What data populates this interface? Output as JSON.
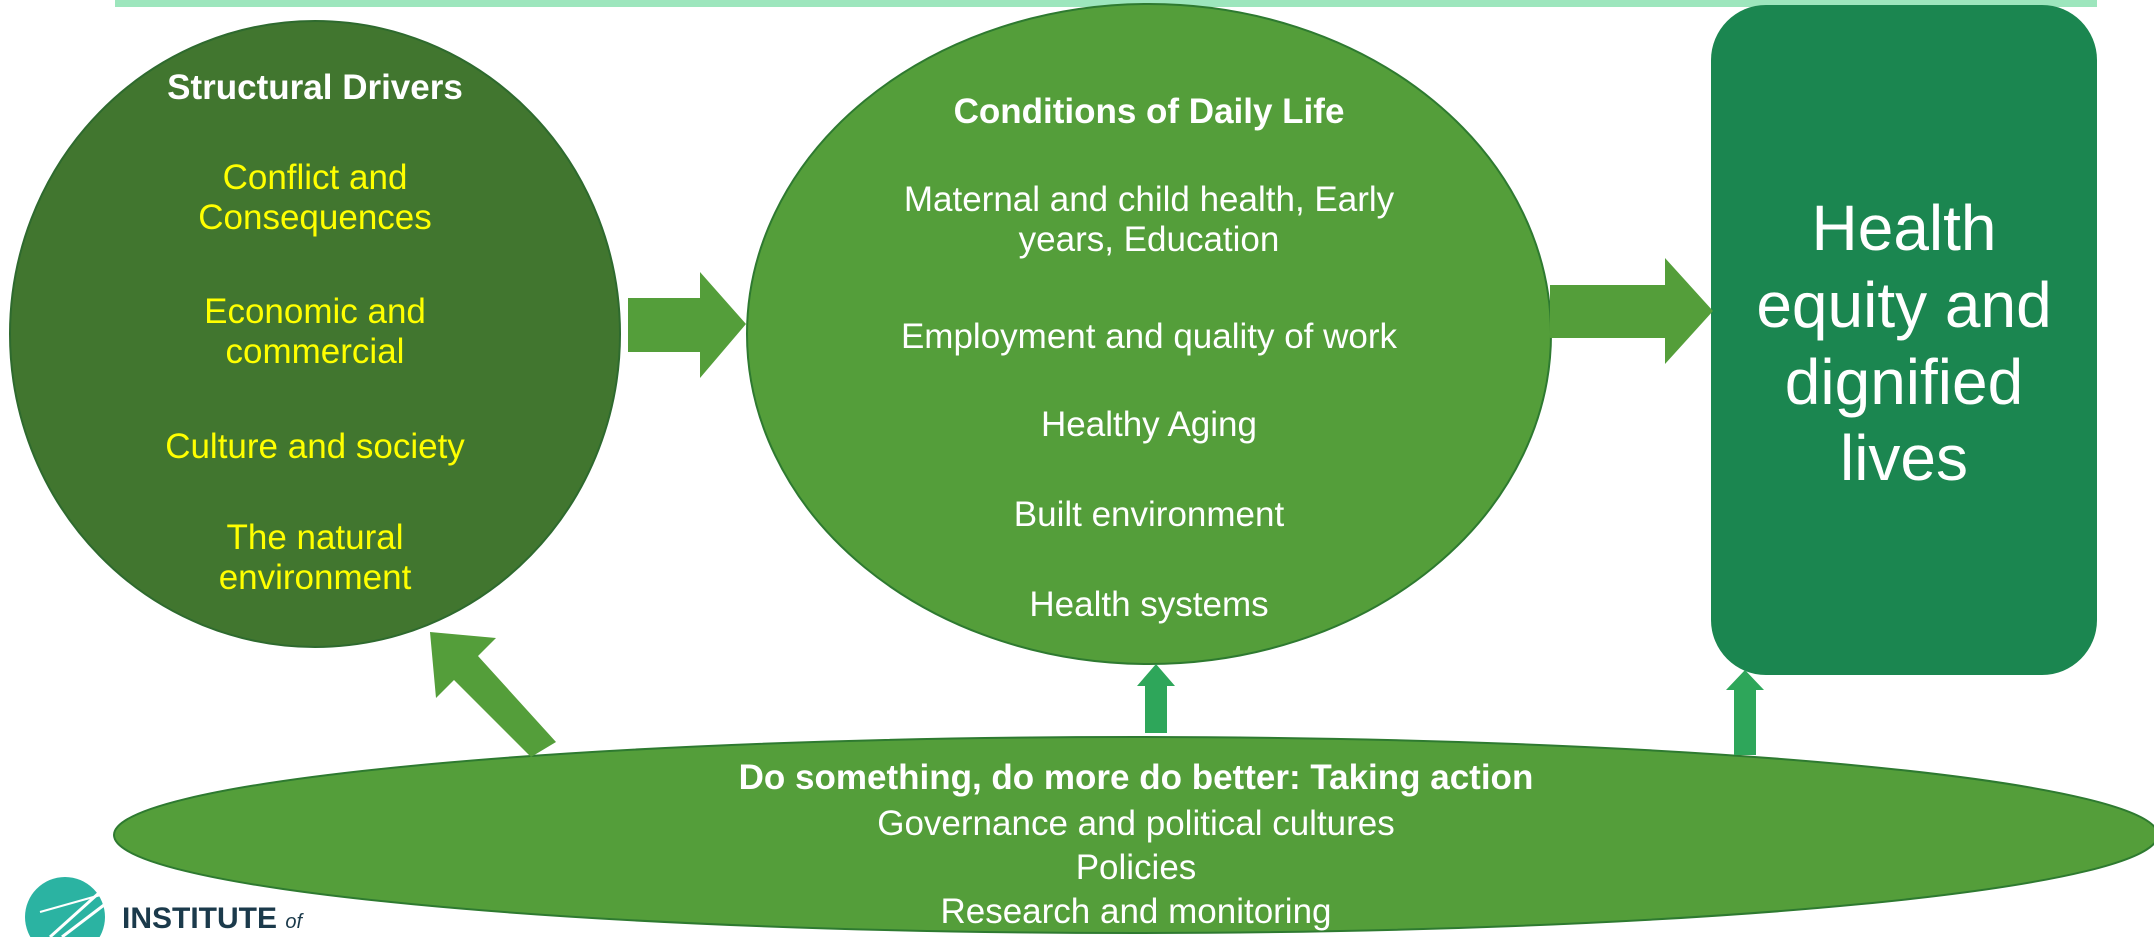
{
  "structural_drivers": {
    "title": "Structural Drivers",
    "items": [
      "Conflict and Consequences",
      "Economic and commercial",
      "Culture and society",
      "The natural environment"
    ]
  },
  "daily_life": {
    "title": "Conditions of Daily Life",
    "items": [
      "Maternal and child health, Early years, Education",
      "Employment and quality of work",
      "Healthy Aging",
      "Built environment",
      "Health systems"
    ]
  },
  "outcome": {
    "text": "Health equity and dignified lives"
  },
  "action": {
    "title": "Do something, do more do better:  Taking action",
    "items": [
      "Governance and political cultures",
      "Policies",
      "Research and monitoring"
    ]
  },
  "logo": {
    "text_main": "INSTITUTE",
    "text_of": "of"
  },
  "colors": {
    "top_bar": "#9de6bd",
    "dark_green": "#41762f",
    "mid_green": "#549e3a",
    "teal_green": "#1b8650",
    "arrow_green": "#549e3a",
    "small_arrow": "#2ea65a",
    "yellow_text": "#ffff00",
    "logo_teal": "#2bb3a2"
  }
}
